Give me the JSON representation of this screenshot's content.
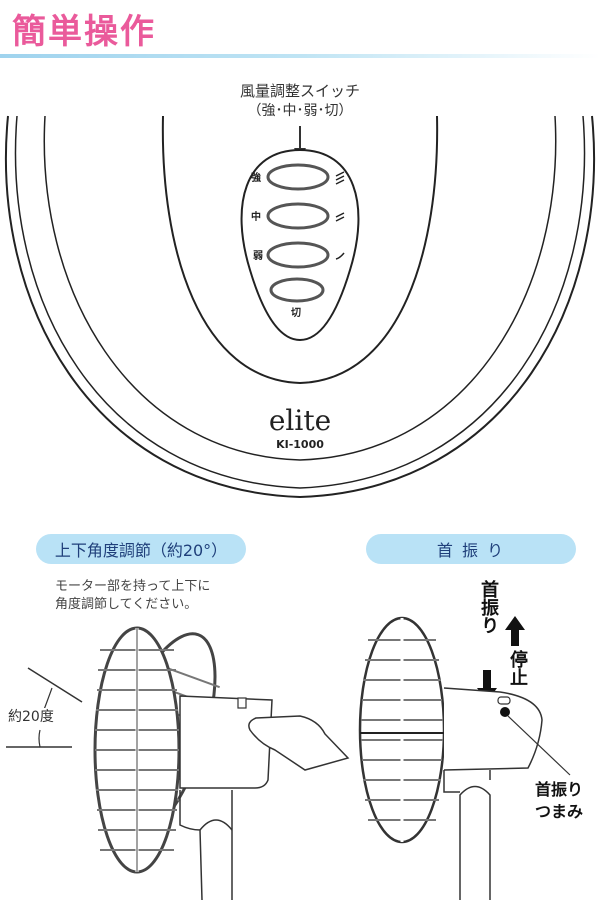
{
  "header": {
    "title": "簡単操作",
    "title_color": "#ea5a9b",
    "rule_color": "#9fd3ee"
  },
  "control_panel": {
    "callout_line1": "風量調整スイッチ",
    "callout_line2": "（強･中･弱･切）",
    "buttons": [
      {
        "label": "強",
        "speed_icon": "wind-strong-icon"
      },
      {
        "label": "中",
        "speed_icon": "wind-medium-icon"
      },
      {
        "label": "弱",
        "speed_icon": "wind-weak-icon"
      },
      {
        "label": "切",
        "speed_icon": ""
      }
    ],
    "brand": "elite",
    "model": "KI-1000"
  },
  "tilt_section": {
    "badge": "上下角度調節（約20°）",
    "note_line1": "モーター部を持って上下に",
    "note_line2": "角度調節してください。",
    "angle_label": "約20度"
  },
  "oscillation_section": {
    "badge": "首 振 り",
    "oscillate_label": "首振り",
    "stop_label": "停止",
    "knob_label_line1": "首振り",
    "knob_label_line2": "つまみ"
  },
  "colors": {
    "badge_bg": "#b9e2f6",
    "badge_text": "#1f3f7a",
    "line": "#222222"
  }
}
